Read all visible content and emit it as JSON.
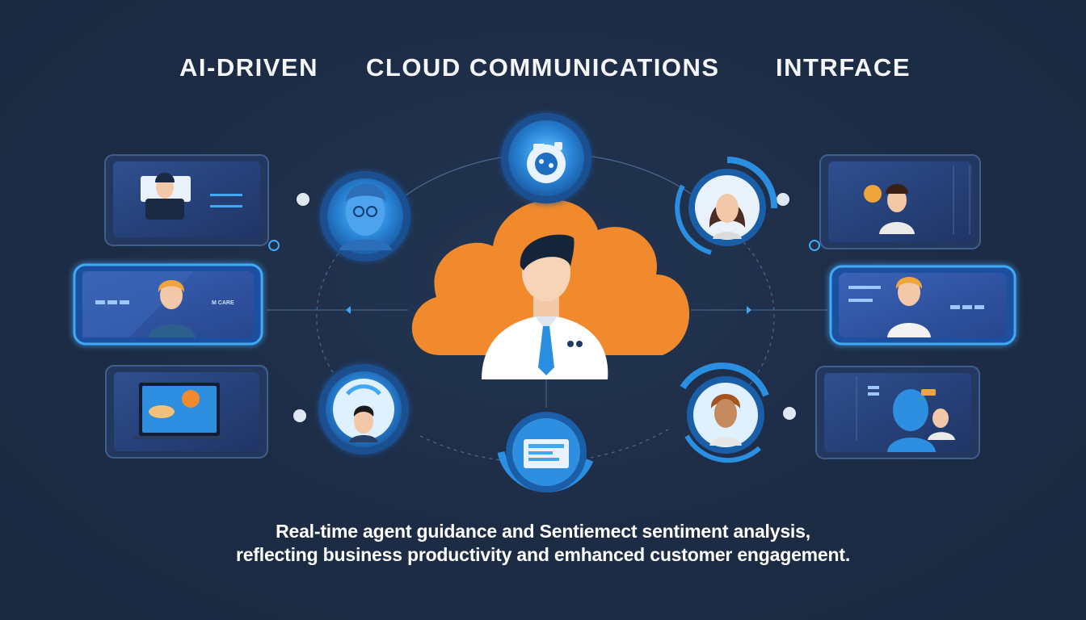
{
  "title": {
    "part1": "AI-DRIVEN",
    "part2": "CLOUD  COMMUNICATIONS",
    "part3": "INTRFACE"
  },
  "caption": {
    "line1": "Real-time agent  guidance and Sentiemect sentiment analysis,",
    "line2": "reflecting business productivity and emhanced customer engagement."
  },
  "panel_texts": {
    "left_middle_label": "M CARE"
  },
  "colors": {
    "background": "#1d2c45",
    "cloud": "#f08a2c",
    "accent_blue": "#2a8fe0",
    "glow_blue": "#3fa9f5",
    "panel_fill": "#2b4a86",
    "text": "#f4f6fa"
  },
  "icons": [
    "cloud-icon",
    "agent-avatar-icon",
    "video-call-icon",
    "robot-icon",
    "chat-icon",
    "dashboard-icon"
  ]
}
